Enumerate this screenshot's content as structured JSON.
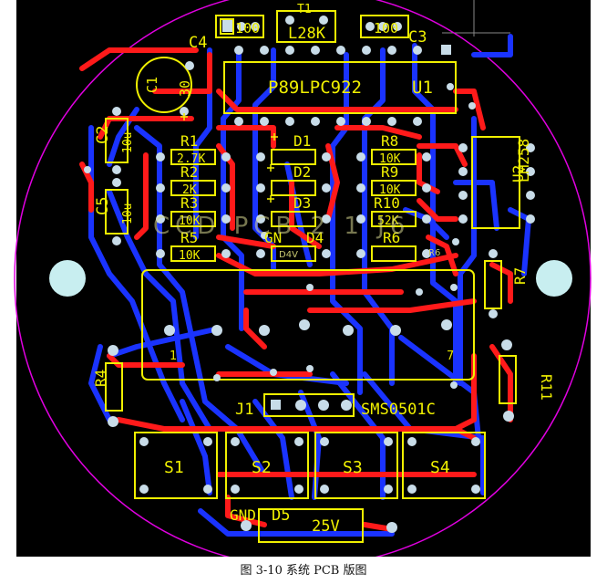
{
  "caption": "图 3-10  系统 PCB 版图",
  "board": {
    "components": {
      "C4": "C4",
      "C4_value": "100",
      "U_top": "T1",
      "U_top_value": "L28K",
      "C3": "C3",
      "C3_value": "100",
      "C1": "C1",
      "C1_value": "30",
      "U1_value": "P89LPC922",
      "U1": "U1",
      "C2": "C2",
      "C2_value": "10u",
      "C5": "C5",
      "C5_value": "10u",
      "R1": "R1",
      "R1_value": "2.7K",
      "R2": "R2",
      "R2_value": "2K",
      "R3": "R3",
      "R3_value": "10K",
      "R5": "R5",
      "R5_value": "10K",
      "D1": "D1",
      "D2": "D2",
      "D3": "D3",
      "D4": "D4",
      "D4_value": "D4V",
      "R8": "R8",
      "R8_value": "10K",
      "R9": "R9",
      "R9_value": "10K",
      "R10": "R10",
      "R10_value": "52K",
      "R6": "R6",
      "R6_value": "R6",
      "U2_value": "LM258",
      "U2": "U2",
      "R7": "R7",
      "R4": "R4",
      "R11": "R11",
      "J1": "J1",
      "lcd_value": "SMS0501C",
      "lcd_pin1": "1",
      "lcd_pin7": "7",
      "S1": "S1",
      "S2": "S2",
      "S3": "S3",
      "S4": "S4",
      "GND": "GND",
      "D5": "D5",
      "D5_value": "25V",
      "GN": "GN"
    },
    "overlay_text": "CCD PCB 2 1 J6",
    "colors": {
      "background": "#000000",
      "top_copper": "#ff1a1a",
      "bottom_copper": "#1a33ff",
      "silkscreen": "#f0f000",
      "pad": "#c8dce8",
      "outline": "#e000e0",
      "mount_hole": "#c8eef0"
    }
  }
}
